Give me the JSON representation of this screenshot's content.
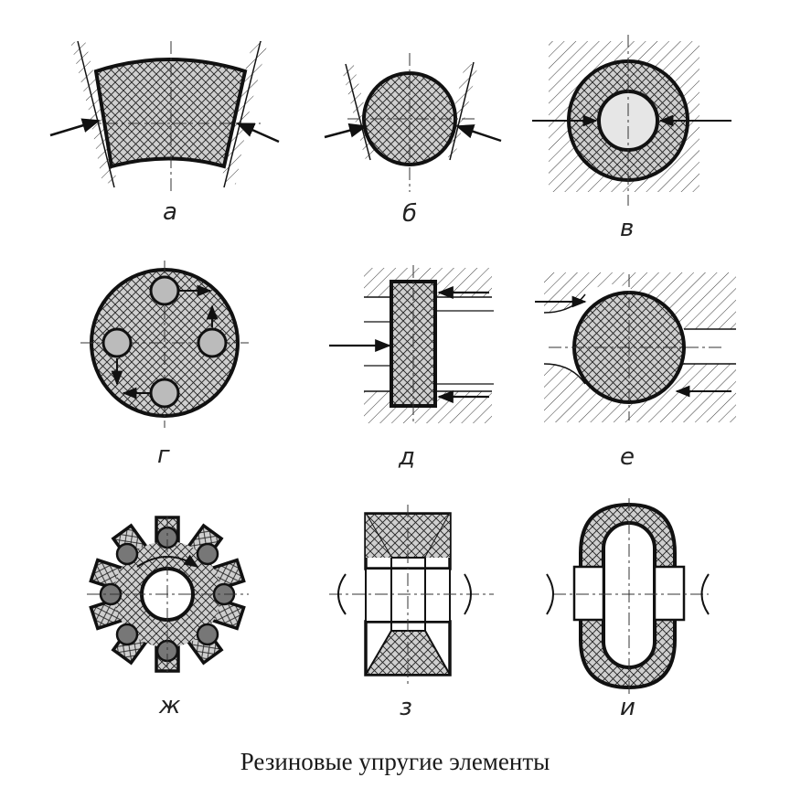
{
  "caption": "Резиновые упругие элементы",
  "figures": [
    {
      "id": "a",
      "label": "а"
    },
    {
      "id": "b",
      "label": "б"
    },
    {
      "id": "v",
      "label": "в"
    },
    {
      "id": "g",
      "label": "г"
    },
    {
      "id": "d",
      "label": "д"
    },
    {
      "id": "e",
      "label": "е"
    },
    {
      "id": "zh",
      "label": "ж"
    },
    {
      "id": "z",
      "label": "з"
    },
    {
      "id": "i",
      "label": "и"
    }
  ],
  "colors": {
    "ink": "#1a1a1a",
    "background": "#ffffff"
  }
}
